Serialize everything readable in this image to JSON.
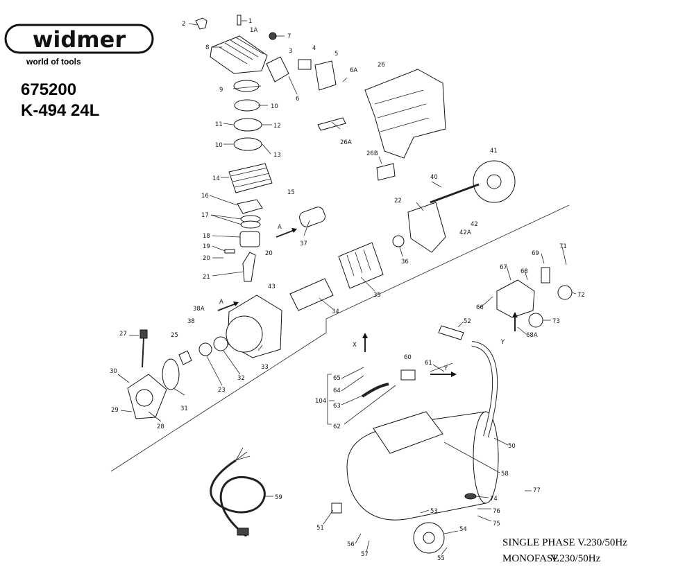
{
  "brand": {
    "logo_text": "widmer",
    "tagline": "world of tools"
  },
  "model": {
    "code": "675200",
    "name": "K-494 24L"
  },
  "specs": {
    "line1": "SINGLE PHASE V.230/50Hz",
    "line2_left": "MONOFASE",
    "line2_right": "V.230/50Hz"
  },
  "arrows": {
    "a1": "A",
    "a2": "A",
    "x": "X",
    "y1": "Y",
    "y2": "Y"
  },
  "part_labels": [
    "1",
    "1A",
    "2",
    "3",
    "4",
    "5",
    "6",
    "6A",
    "7",
    "8",
    "9",
    "10",
    "10",
    "11",
    "12",
    "13",
    "14",
    "15",
    "16",
    "17",
    "18",
    "19",
    "20",
    "20",
    "21",
    "22",
    "23",
    "25",
    "26",
    "26A",
    "26B",
    "27",
    "28",
    "29",
    "30",
    "31",
    "32",
    "33",
    "34",
    "35",
    "36",
    "37",
    "38",
    "38A",
    "40",
    "41",
    "42",
    "42A",
    "43",
    "50",
    "51",
    "52",
    "53",
    "54",
    "55",
    "56",
    "57",
    "58",
    "59",
    "60",
    "61",
    "62",
    "63",
    "64",
    "65",
    "66",
    "67",
    "68",
    "68A",
    "69",
    "71",
    "72",
    "73",
    "74",
    "75",
    "76",
    "77",
    "104"
  ]
}
